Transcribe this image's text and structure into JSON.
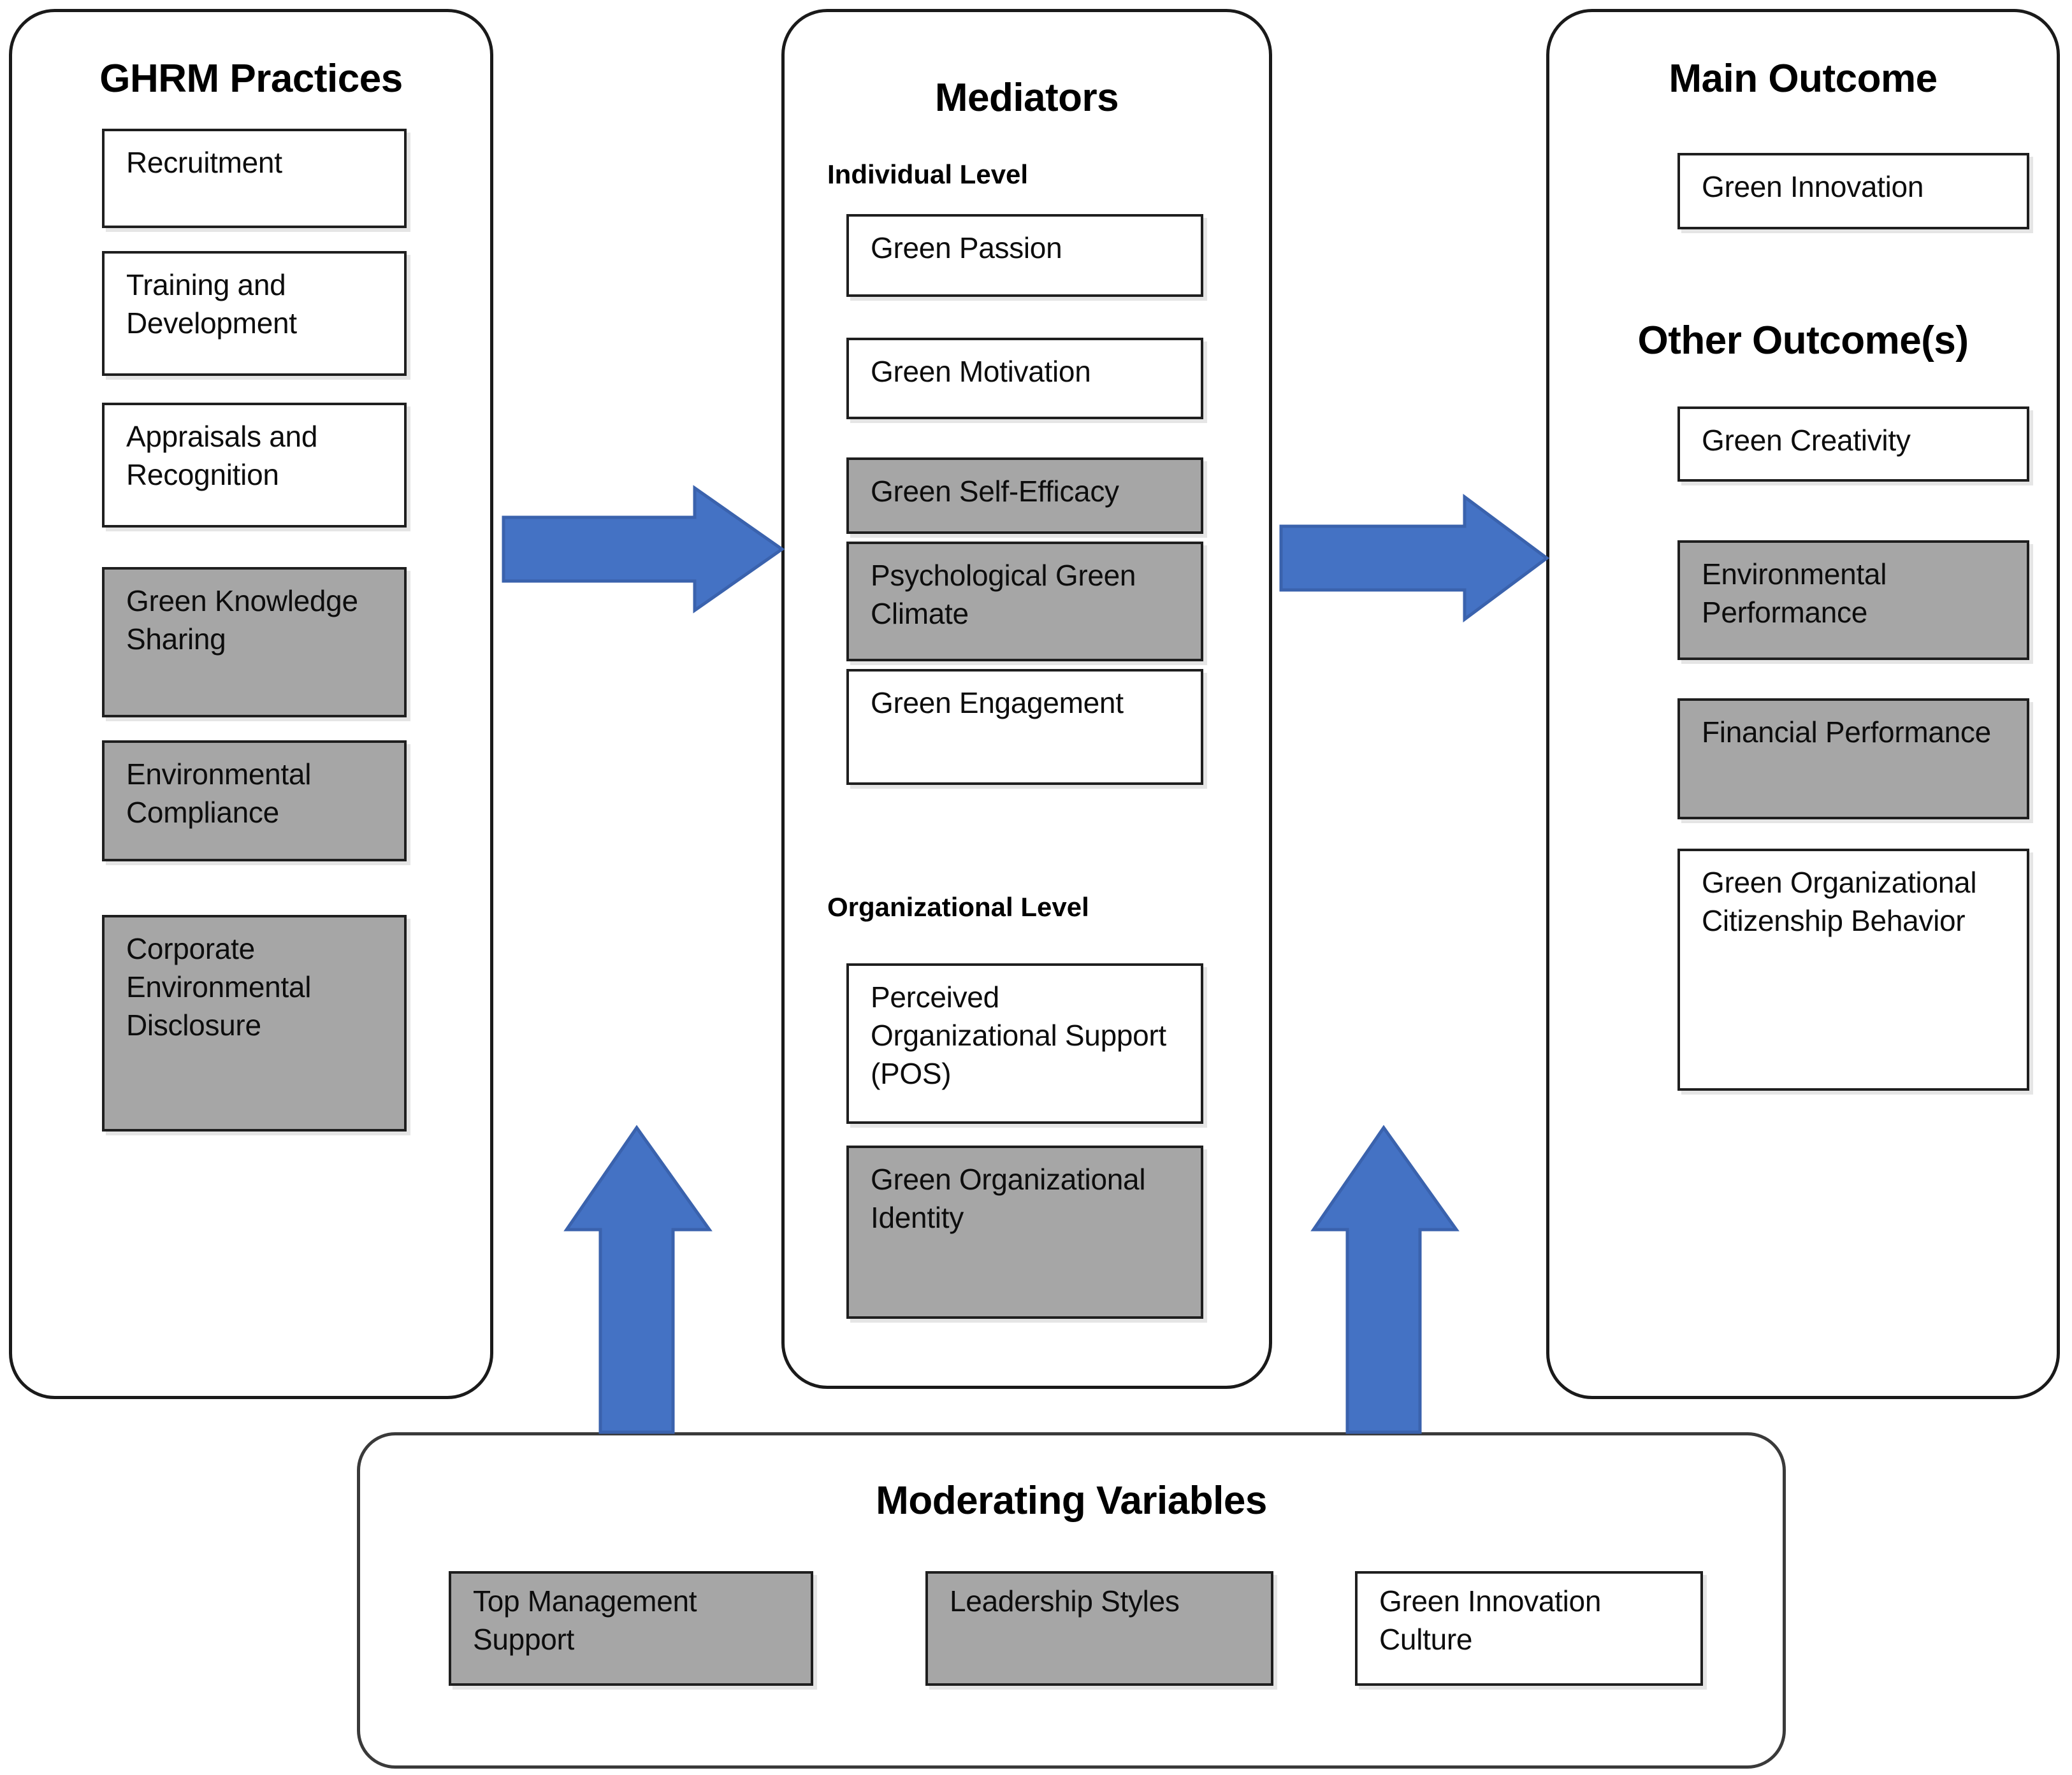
{
  "diagram": {
    "title": "GHRM conceptual framework",
    "colors": {
      "arrow_blue": "#4472C4",
      "box_grey_fill": "#A6A6A6",
      "box_white_fill": "#FFFFFF",
      "border_black": "#1F1F1F"
    }
  },
  "columns": {
    "ghrm": {
      "title": "GHRM Practices",
      "items": [
        {
          "label": "Recruitment",
          "filled": false
        },
        {
          "label": "Training and Development",
          "filled": false
        },
        {
          "label": "Appraisals and Recognition",
          "filled": false
        },
        {
          "label": "Green Knowledge Sharing",
          "filled": true
        },
        {
          "label": "Environmental Compliance",
          "filled": true
        },
        {
          "label": "Corporate Environmental Disclosure",
          "filled": true
        }
      ]
    },
    "mediators": {
      "title": "Mediators",
      "group_individual_label": "Individual Level",
      "group_organizational_label": "Organizational Level",
      "individual_items": [
        {
          "label": "Green Passion",
          "filled": false
        },
        {
          "label": "Green Motivation",
          "filled": false
        },
        {
          "label": "Green Self-Efficacy",
          "filled": true
        },
        {
          "label": "Psychological Green Climate",
          "filled": true
        },
        {
          "label": "Green Engagement",
          "filled": false
        }
      ],
      "organizational_items": [
        {
          "label": "Perceived Organizational Support (POS)",
          "filled": false
        },
        {
          "label": "Green Organizational Identity",
          "filled": true
        }
      ]
    },
    "outcomes": {
      "title": "Main Outcome",
      "other_title": "Other Outcome(s)",
      "main_items": [
        {
          "label": "Green Innovation",
          "filled": false
        }
      ],
      "other_items": [
        {
          "label": "Green Creativity",
          "filled": false
        },
        {
          "label": "Environmental Performance",
          "filled": true
        },
        {
          "label": "Financial Performance",
          "filled": true
        },
        {
          "label": "Green Organizational Citizenship Behavior",
          "filled": false
        }
      ]
    }
  },
  "moderating": {
    "title": "Moderating Variables",
    "items": [
      {
        "label": "Top Management Support",
        "filled": true
      },
      {
        "label": "Leadership Styles",
        "filled": true
      },
      {
        "label": "Green Innovation Culture",
        "filled": false
      }
    ]
  },
  "arrows": [
    {
      "name": "ghrm-to-mediators",
      "direction": "right"
    },
    {
      "name": "mediators-to-outcomes",
      "direction": "right"
    },
    {
      "name": "moderators-to-mediators",
      "direction": "up"
    },
    {
      "name": "moderators-to-outcomes",
      "direction": "up"
    }
  ]
}
